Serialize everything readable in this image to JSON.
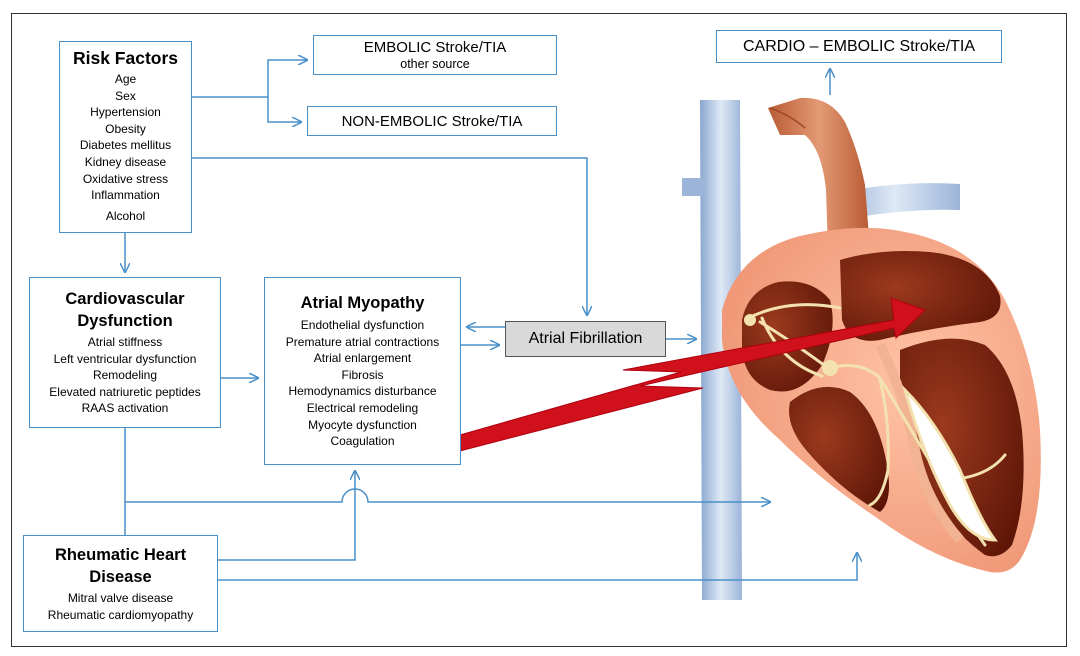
{
  "risk_factors": {
    "title": "Risk Factors",
    "items": [
      "Age",
      "Sex",
      "Hypertension",
      "Obesity",
      "Diabetes mellitus",
      "Kidney disease",
      "Oxidative stress",
      "Inflammation"
    ],
    "last_item": "Alcohol"
  },
  "embolic_stroke": {
    "title": "EMBOLIC Stroke/TIA",
    "subtitle": "other source"
  },
  "non_embolic_stroke": {
    "title": "NON-EMBOLIC Stroke/TIA"
  },
  "cardio_embolic_stroke": {
    "title": "CARDIO – EMBOLIC Stroke/TIA"
  },
  "cardiovascular_dysfunction": {
    "title": "Cardiovascular Dysfunction",
    "items": [
      "Atrial stiffness",
      "Left ventricular dysfunction",
      "Remodeling",
      "Elevated natriuretic peptides",
      "RAAS activation"
    ]
  },
  "atrial_myopathy": {
    "title": "Atrial Myopathy",
    "items": [
      "Endothelial dysfunction",
      "Premature atrial contractions",
      "Atrial enlargement",
      "Fibrosis",
      "Hemodynamics disturbance",
      "Electrical remodeling",
      "Myocyte dysfunction",
      "Coagulation"
    ]
  },
  "atrial_fibrillation": {
    "label": "Atrial Fibrillation"
  },
  "rheumatic_heart_disease": {
    "title": "Rheumatic Heart Disease",
    "items": [
      "Mitral valve disease",
      "Rheumatic cardiomyopathy"
    ]
  },
  "colors": {
    "connector": "#4a90c8",
    "box_border": "#4a90c8",
    "af_box_fill": "#d9d9d9",
    "lightning_arrow": "#d0111b",
    "heart_outer": "#f4a98a",
    "heart_inner": "#7a1c0c",
    "aorta": "#c96a42",
    "vena_cava": "#a8c0de",
    "conduction_path": "#f3e2b0"
  }
}
